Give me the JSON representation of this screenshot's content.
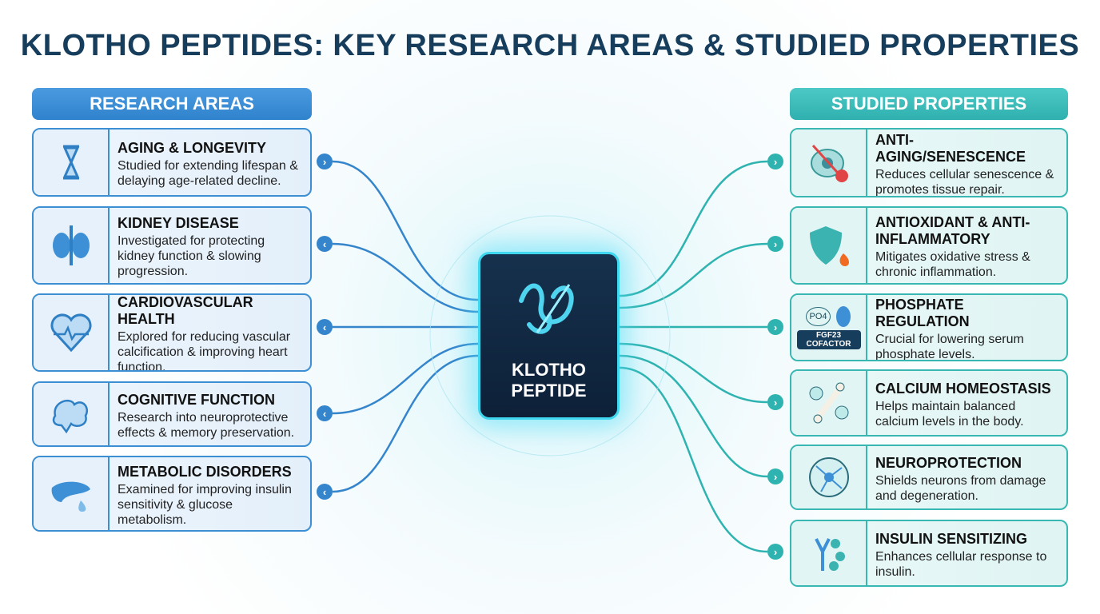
{
  "title": "KLOTHO PEPTIDES: KEY RESEARCH AREAS & STUDIED PROPERTIES",
  "left_header": "RESEARCH AREAS",
  "right_header": "STUDIED PROPERTIES",
  "center": {
    "line1": "KLOTHO",
    "line2": "PEPTIDE"
  },
  "research_areas": [
    {
      "title": "AGING & LONGEVITY",
      "desc": "Studied for extending lifespan & delaying age-related decline.",
      "icon": "hourglass-icon"
    },
    {
      "title": "KIDNEY DISEASE",
      "desc": "Investigated for protecting kidney function & slowing progression.",
      "icon": "kidney-icon"
    },
    {
      "title": "CARDIOVASCULAR HEALTH",
      "desc": "Explored for reducing vascular calcification & improving heart function.",
      "icon": "heart-icon"
    },
    {
      "title": "COGNITIVE FUNCTION",
      "desc": "Research into neuroprotective effects & memory preservation.",
      "icon": "brain-icon"
    },
    {
      "title": "METABOLIC DISORDERS",
      "desc": "Examined for improving insulin sensitivity & glucose metabolism.",
      "icon": "pancreas-icon"
    }
  ],
  "properties": [
    {
      "title": "ANTI-AGING/SENESCENCE",
      "desc": "Reduces cellular senescence & promotes tissue repair.",
      "icon": "cell-icon"
    },
    {
      "title": "ANTIOXIDANT & ANTI-INFLAMMATORY",
      "desc": "Mitigates oxidative stress & chronic inflammation.",
      "icon": "shield-icon"
    },
    {
      "title": "PHOSPHATE REGULATION",
      "desc": "Crucial for lowering serum phosphate levels.",
      "icon": "phosphate-icon",
      "badge": "FGF23 COFACTOR",
      "chem": "PO4"
    },
    {
      "title": "CALCIUM HOMEOSTASIS",
      "desc": "Helps maintain balanced calcium levels in the body.",
      "icon": "bone-icon"
    },
    {
      "title": "NEUROPROTECTION",
      "desc": "Shields neurons from damage and degeneration.",
      "icon": "neuron-icon"
    },
    {
      "title": "INSULIN SENSITIZING",
      "desc": "Enhances cellular response to insulin.",
      "icon": "receptor-icon"
    }
  ]
}
